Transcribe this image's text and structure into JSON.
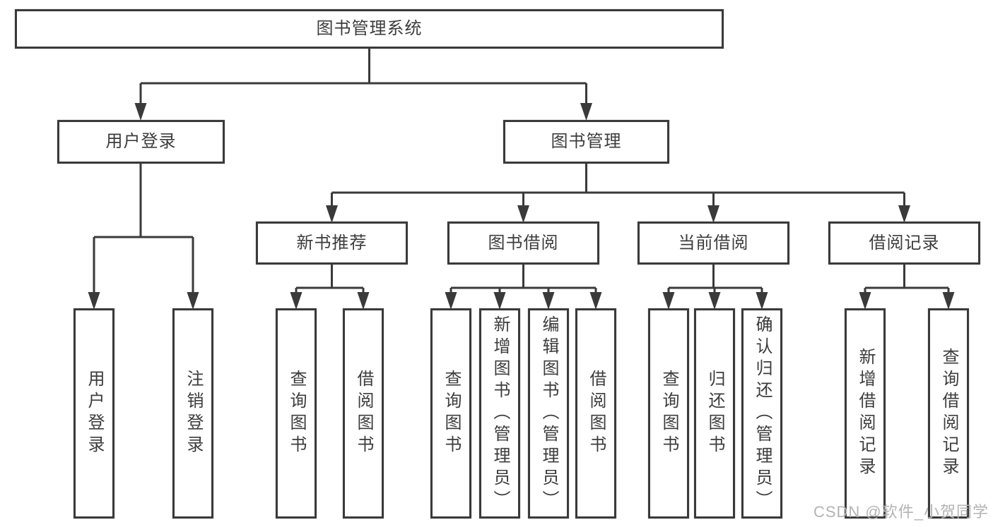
{
  "diagram": {
    "root": {
      "label": "图书管理系统"
    },
    "branches": [
      {
        "label": "用户登录",
        "children": [
          {
            "label": "用户登录"
          },
          {
            "label": "注销登录"
          }
        ]
      },
      {
        "label": "图书管理",
        "children": [
          {
            "label": "新书推荐",
            "children": [
              {
                "label": "查询图书"
              },
              {
                "label": "借阅图书"
              }
            ]
          },
          {
            "label": "图书借阅",
            "children": [
              {
                "label": "查询图书"
              },
              {
                "label": "新增图书（管理员）"
              },
              {
                "label": "编辑图书（管理员）"
              },
              {
                "label": "借阅图书"
              }
            ]
          },
          {
            "label": "当前借阅",
            "children": [
              {
                "label": "查询图书"
              },
              {
                "label": "归还图书"
              },
              {
                "label": "确认归还（管理员）"
              }
            ]
          },
          {
            "label": "借阅记录",
            "children": [
              {
                "label": "新增借阅记录"
              },
              {
                "label": "查询借阅记录"
              }
            ]
          }
        ]
      }
    ]
  },
  "watermark": {
    "text": "CSDN @软件_小贺同学"
  },
  "colors": {
    "line": "#3a3a3a",
    "text": "#3c3c3c",
    "watermark": "#b3b3b3",
    "background": "#ffffff"
  }
}
